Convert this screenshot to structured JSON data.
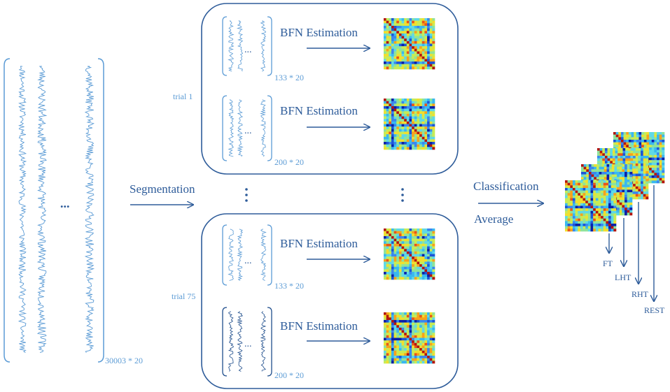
{
  "raw": {
    "dims": "30003 * 20",
    "ellipsis": "..."
  },
  "segmentation": "Segmentation",
  "trials": {
    "first": "trial 1",
    "last": "trial  75",
    "rows": [
      {
        "dims": "133 * 20",
        "estimation": "BFN Estimation",
        "ellipsis": "..."
      },
      {
        "dims": "200 * 20",
        "estimation": "BFN Estimation",
        "ellipsis": "..."
      },
      {
        "dims": "133 * 20",
        "estimation": "BFN Estimation",
        "ellipsis": "..."
      },
      {
        "dims": "200 * 20",
        "estimation": "BFN Estimation",
        "ellipsis": "..."
      }
    ]
  },
  "classification": "Classification",
  "average": "Average",
  "classes": [
    "FT",
    "LHT",
    "RHT",
    "REST"
  ],
  "colors": {
    "frame": "#2e5c9a",
    "signal": "#5b9bd5",
    "arrow": "#2e5c9a",
    "signal_dark": "#1f4e8c"
  }
}
